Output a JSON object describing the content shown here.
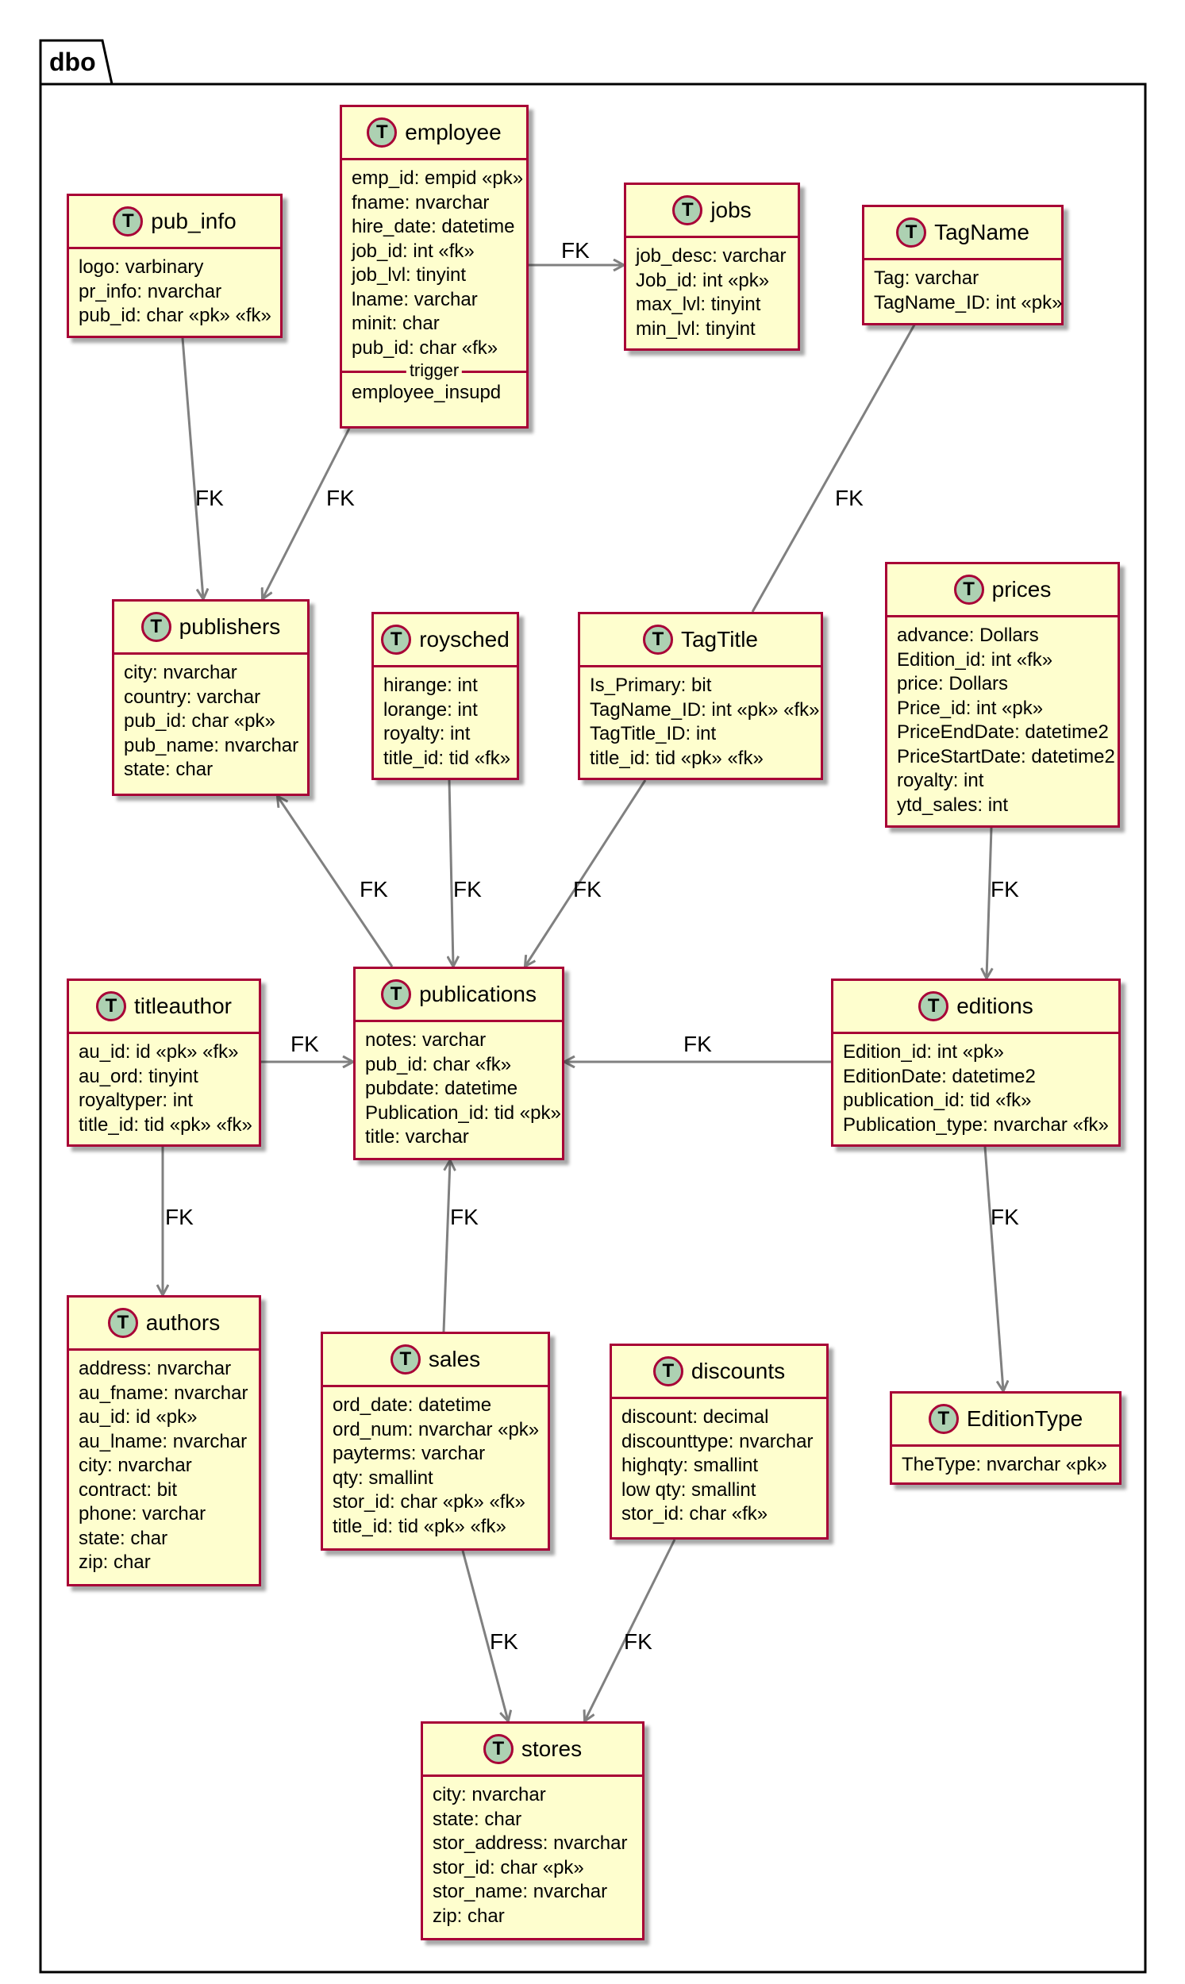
{
  "package": {
    "name": "dbo"
  },
  "tables": {
    "employee": {
      "name": "employee",
      "fields": [
        "emp_id: empid «pk»",
        "fname: nvarchar",
        "hire_date: datetime",
        "job_id: int «fk»",
        "job_lvl: tinyint",
        "lname: varchar",
        "minit: char",
        "pub_id: char «fk»"
      ],
      "trigger_label": "trigger",
      "triggers": [
        "employee_insupd"
      ]
    },
    "jobs": {
      "name": "jobs",
      "fields": [
        "job_desc: varchar",
        "Job_id: int «pk»",
        "max_lvl: tinyint",
        "min_lvl: tinyint"
      ]
    },
    "TagName": {
      "name": "TagName",
      "fields": [
        "Tag: varchar",
        "TagName_ID: int «pk»"
      ]
    },
    "pub_info": {
      "name": "pub_info",
      "fields": [
        "logo: varbinary",
        "pr_info: nvarchar",
        "pub_id: char «pk» «fk»"
      ]
    },
    "publishers": {
      "name": "publishers",
      "fields": [
        "city: nvarchar",
        "country: varchar",
        "pub_id: char «pk»",
        "pub_name: nvarchar",
        "state: char"
      ]
    },
    "roysched": {
      "name": "roysched",
      "fields": [
        "hirange: int",
        "lorange: int",
        "royalty: int",
        "title_id: tid «fk»"
      ]
    },
    "TagTitle": {
      "name": "TagTitle",
      "fields": [
        "Is_Primary: bit",
        "TagName_ID: int «pk» «fk»",
        "TagTitle_ID: int",
        "title_id: tid «pk» «fk»"
      ]
    },
    "prices": {
      "name": "prices",
      "fields": [
        "advance: Dollars",
        "Edition_id: int «fk»",
        "price: Dollars",
        "Price_id: int «pk»",
        "PriceEndDate: datetime2",
        "PriceStartDate: datetime2",
        "royalty: int",
        "ytd_sales: int"
      ]
    },
    "titleauthor": {
      "name": "titleauthor",
      "fields": [
        "au_id: id «pk» «fk»",
        "au_ord: tinyint",
        "royaltyper: int",
        "title_id: tid «pk» «fk»"
      ]
    },
    "publications": {
      "name": "publications",
      "fields": [
        "notes: varchar",
        "pub_id: char «fk»",
        "pubdate: datetime",
        "Publication_id: tid «pk»",
        "title: varchar"
      ]
    },
    "editions": {
      "name": "editions",
      "fields": [
        "Edition_id: int «pk»",
        "EditionDate: datetime2",
        "publication_id: tid «fk»",
        "Publication_type: nvarchar «fk»"
      ]
    },
    "authors": {
      "name": "authors",
      "fields": [
        "address: nvarchar",
        "au_fname: nvarchar",
        "au_id: id «pk»",
        "au_lname: nvarchar",
        "city: nvarchar",
        "contract: bit",
        "phone: varchar",
        "state: char",
        "zip: char"
      ]
    },
    "sales": {
      "name": "sales",
      "fields": [
        "ord_date: datetime",
        "ord_num: nvarchar «pk»",
        "payterms: varchar",
        "qty: smallint",
        "stor_id: char «pk» «fk»",
        "title_id: tid «pk» «fk»"
      ]
    },
    "discounts": {
      "name": "discounts",
      "fields": [
        "discount: decimal",
        "discounttype: nvarchar",
        "highqty: smallint",
        "low qty: smallint",
        "stor_id: char «fk»"
      ]
    },
    "EditionType": {
      "name": "EditionType",
      "fields": [
        "TheType: nvarchar «pk»"
      ]
    },
    "stores": {
      "name": "stores",
      "fields": [
        "city: nvarchar",
        "state: char",
        "stor_address: nvarchar",
        "stor_id: char «pk»",
        "stor_name: nvarchar",
        "zip: char"
      ]
    }
  },
  "relations": [
    {
      "from": "employee",
      "to": "jobs",
      "label": "FK"
    },
    {
      "from": "pub_info",
      "to": "publishers",
      "label": "FK"
    },
    {
      "from": "employee",
      "to": "publishers",
      "label": "FK"
    },
    {
      "from": "TagTitle",
      "to": "TagName",
      "label": "FK"
    },
    {
      "from": "publications",
      "to": "publishers",
      "label": "FK"
    },
    {
      "from": "roysched",
      "to": "publications",
      "label": "FK"
    },
    {
      "from": "TagTitle",
      "to": "publications",
      "label": "FK"
    },
    {
      "from": "prices",
      "to": "editions",
      "label": "FK"
    },
    {
      "from": "titleauthor",
      "to": "publications",
      "label": "FK"
    },
    {
      "from": "editions",
      "to": "publications",
      "label": "FK"
    },
    {
      "from": "titleauthor",
      "to": "authors",
      "label": "FK"
    },
    {
      "from": "sales",
      "to": "publications",
      "label": "FK"
    },
    {
      "from": "editions",
      "to": "EditionType",
      "label": "FK"
    },
    {
      "from": "sales",
      "to": "stores",
      "label": "FK"
    },
    {
      "from": "discounts",
      "to": "stores",
      "label": "FK"
    }
  ],
  "colors": {
    "table_fill": "#FEFECE",
    "table_border": "#A80036",
    "badge_fill": "#ADD1B2",
    "edge": "#808080"
  }
}
